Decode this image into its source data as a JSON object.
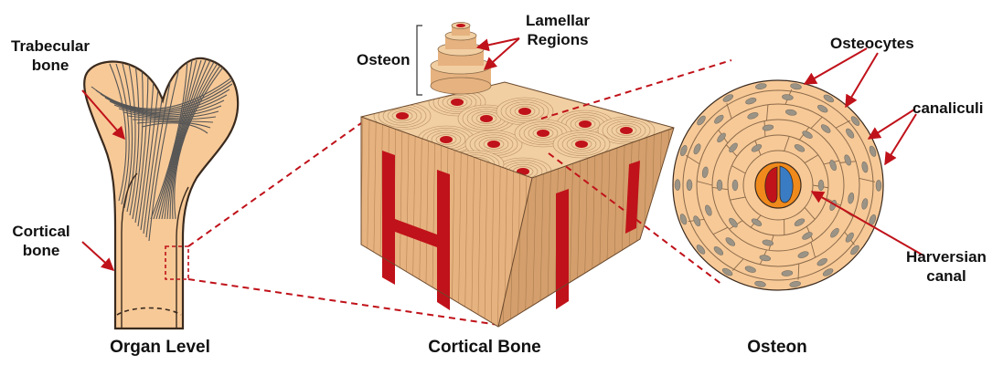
{
  "colors": {
    "bone_fill": "#f7c997",
    "bone_light": "#fad7b0",
    "bone_outline": "#3a2a1e",
    "trabecular_line": "#555555",
    "cube_top": "#f1cfa2",
    "cube_front": "#e6b27f",
    "cube_right": "#d49f6c",
    "red": "#c0121a",
    "dash_red": "#c0121a",
    "osteocyte": "#9b9486",
    "canal_ring": "#f08a1c",
    "canal_blue": "#3a7cc4",
    "label": "#111111"
  },
  "labels": {
    "trabecular": [
      "Trabecular",
      "bone"
    ],
    "cortical": [
      "Cortical",
      "bone"
    ],
    "osteon_side": "Osteon",
    "lamellar": [
      "Lamellar",
      "Regions"
    ],
    "osteocytes": "Osteocytes",
    "canaliculi": "canaliculi",
    "harversian": [
      "Harversian",
      "canal"
    ]
  },
  "captions": {
    "organ": "Organ Level",
    "cortical_bone": "Cortical Bone",
    "osteon": "Osteon"
  }
}
